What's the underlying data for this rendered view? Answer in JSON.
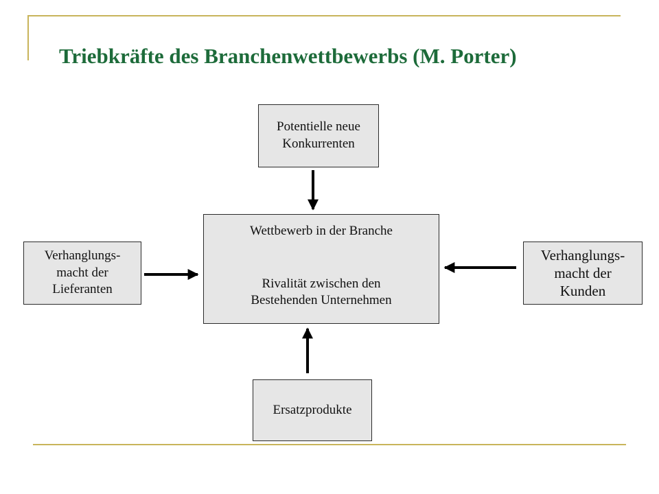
{
  "title": "Triebkräfte des Branchenwettbewerbs (M. Porter)",
  "colors": {
    "title": "#1d6b3a",
    "rule": "#c8b45a",
    "box_fill": "#e6e6e6",
    "box_border": "#2a2a2a",
    "arrow": "#000000"
  },
  "nodes": {
    "top": {
      "lines": [
        "Potentielle neue",
        "Konkurrenten"
      ]
    },
    "left": {
      "lines": [
        "Verhanglungs-",
        "macht der",
        "Lieferanten"
      ]
    },
    "right": {
      "lines": [
        "Verhanglungs-",
        "macht der",
        "Kunden"
      ]
    },
    "bottom": {
      "lines": [
        "Ersatzprodukte"
      ]
    },
    "center": {
      "heading": "Wettbewerb in der Branche",
      "lines": [
        "Rivalität zwischen den",
        "Bestehenden Unternehmen"
      ]
    }
  },
  "edges": [
    {
      "from": "top",
      "to": "center"
    },
    {
      "from": "left",
      "to": "center"
    },
    {
      "from": "right",
      "to": "center"
    },
    {
      "from": "bottom",
      "to": "center"
    }
  ]
}
